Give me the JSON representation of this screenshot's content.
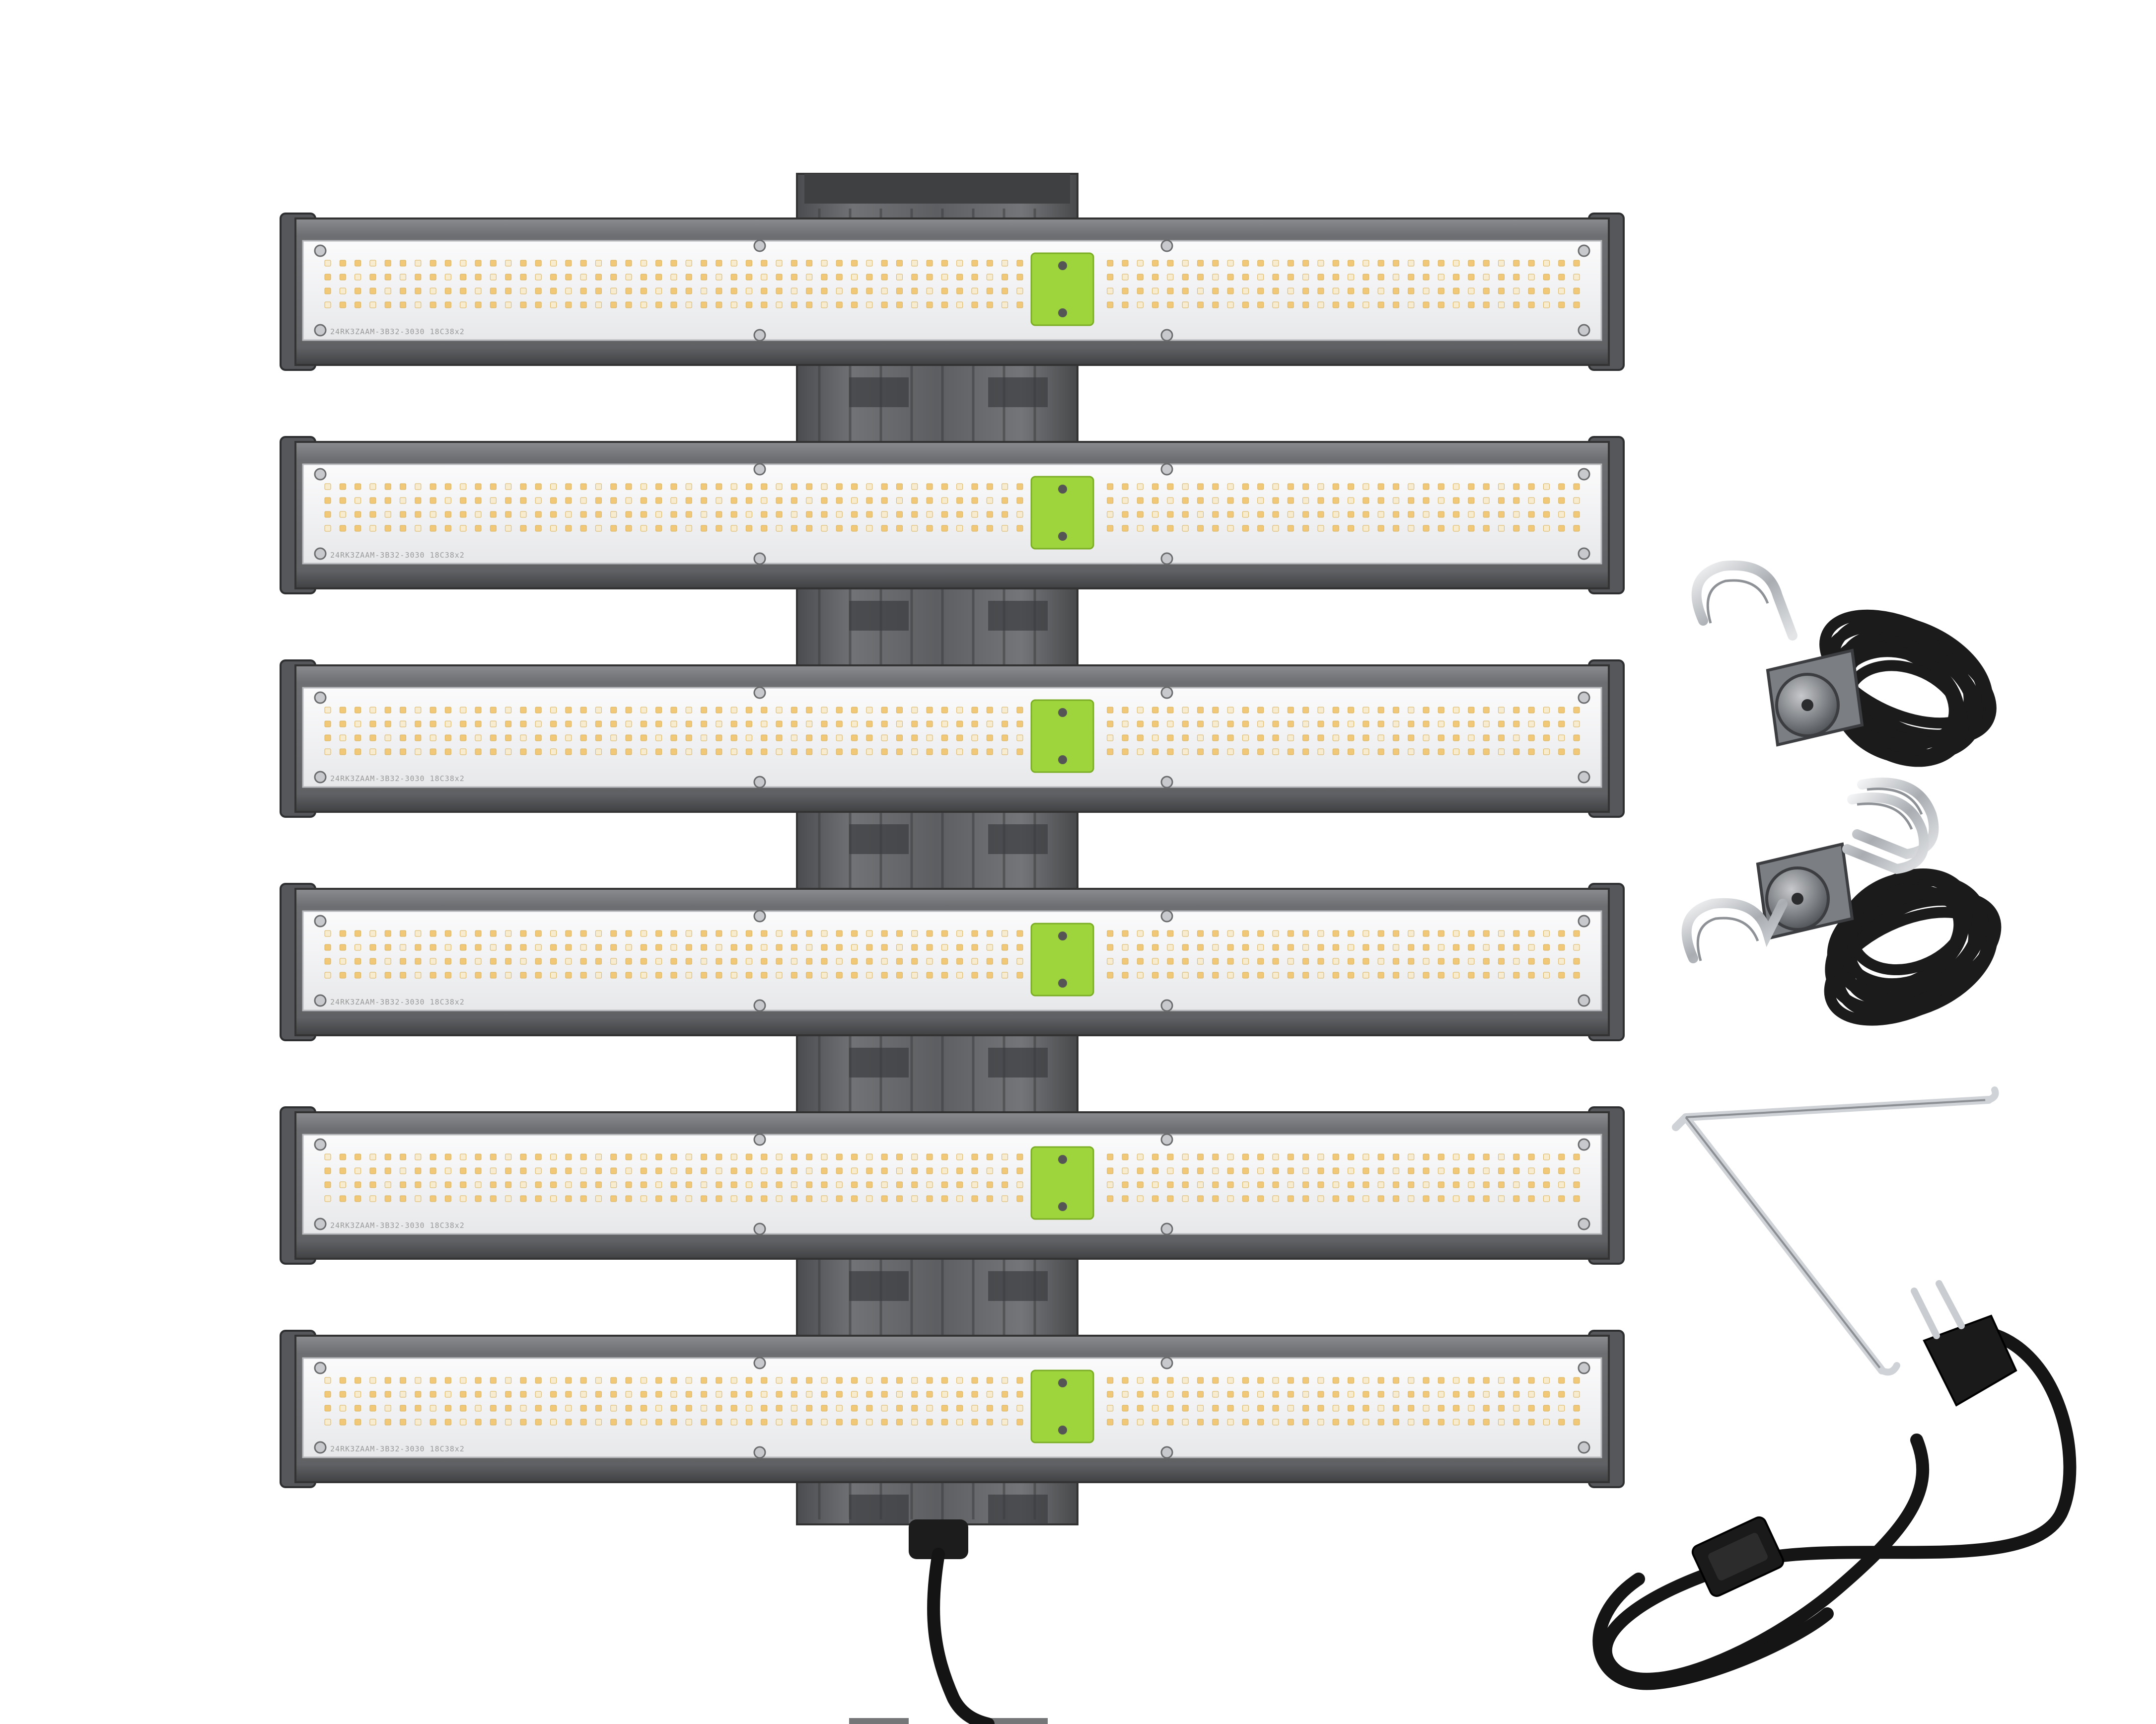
{
  "product": {
    "light_bar_count": 6,
    "light_bar_markings": [
      "24RK3ZAAM-3B32-3030 18C38x2",
      "24RK3ZAAM-3B32-3030 18C38x2",
      "24RK3ZAAM-3B32-3030 18C38x2",
      "24RK3ZAAM-3B32-3030 18C38x2",
      "24RK3ZAAM-3B32-3030 18C38x2",
      "24RK3ZAAM-3B32-3030 18C38x2"
    ]
  },
  "accessories": [
    {
      "id": "rope-ratchet-hanger-1",
      "icon": "rope-ratchet-icon"
    },
    {
      "id": "rope-ratchet-hanger-2",
      "icon": "rope-ratchet-icon"
    },
    {
      "id": "steel-hanging-hook",
      "icon": "wire-hook-icon"
    },
    {
      "id": "power-cord",
      "icon": "power-cord-icon"
    }
  ],
  "colors": {
    "housing": "#6b6d70",
    "housing_dark": "#4a4c4e",
    "panel": "#f2f2f4",
    "led_warm": "#f0c878",
    "led_white": "#f7ecd0",
    "driver_badge": "#9ed43c",
    "cord": "#151515",
    "metal": "#c9ccd0"
  }
}
